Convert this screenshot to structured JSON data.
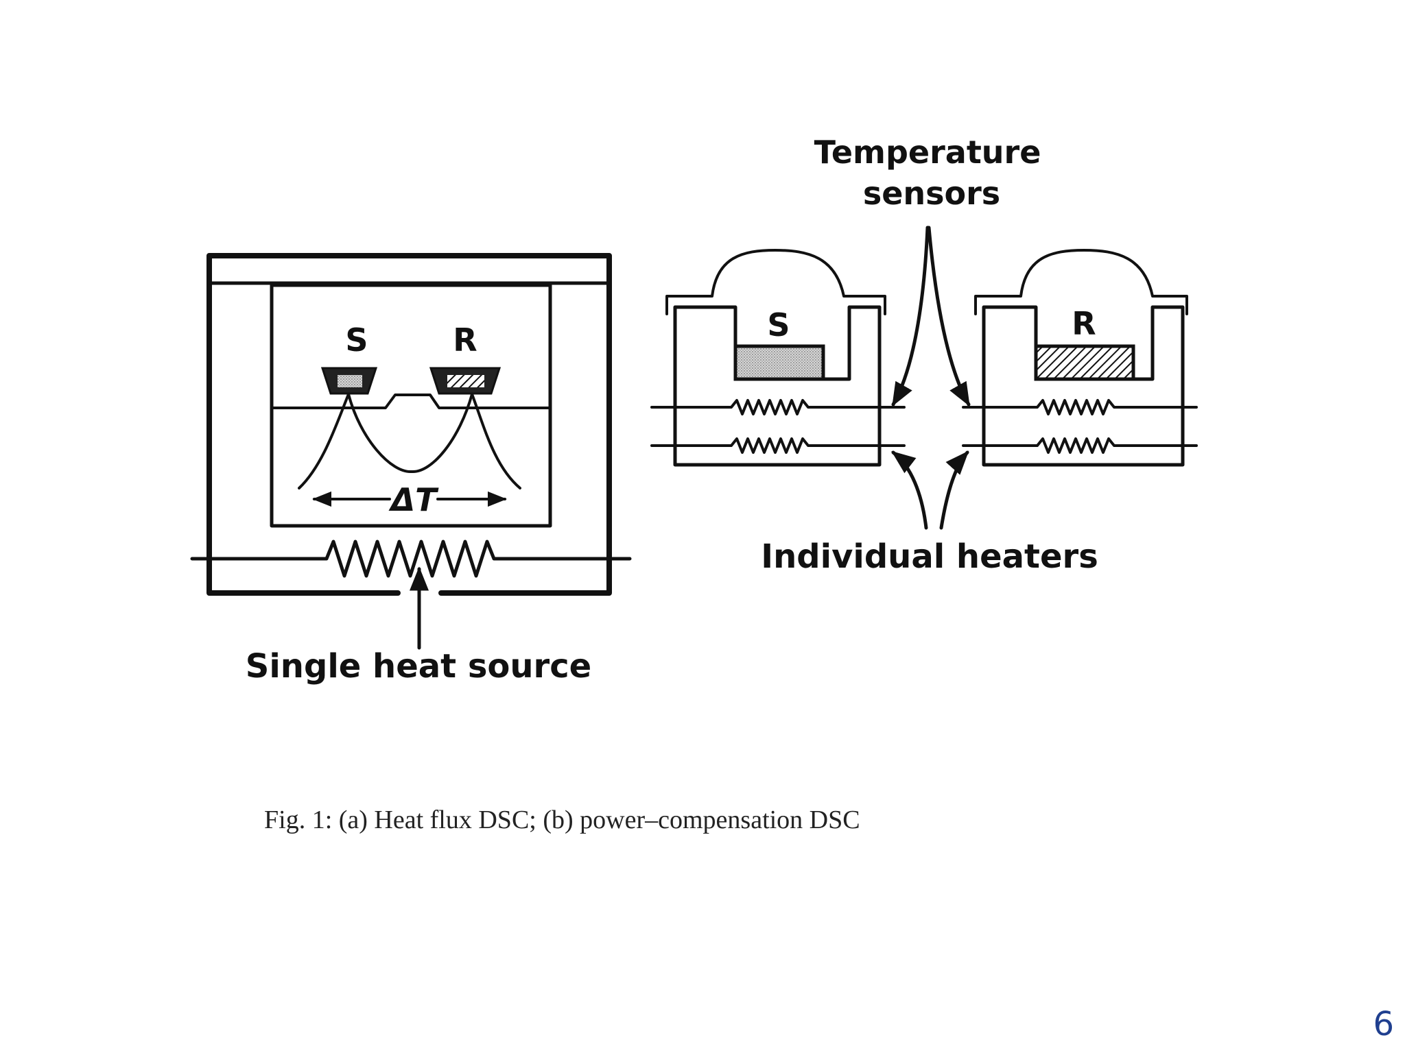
{
  "diagram_a": {
    "sample_label": "S",
    "reference_label": "R",
    "delta_label": "ΔT",
    "heat_source_label": "Single heat source"
  },
  "diagram_b": {
    "sample_label": "S",
    "reference_label": "R",
    "sensors_label_line1": "Temperature",
    "sensors_label_line2": "sensors",
    "heaters_label": "Individual heaters"
  },
  "caption": "Fig. 1: (a) Heat flux DSC; (b) power–compensation DSC",
  "page_number": "6"
}
